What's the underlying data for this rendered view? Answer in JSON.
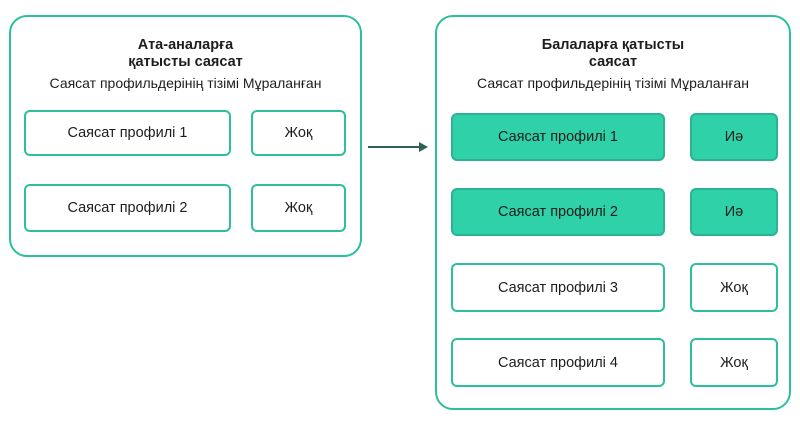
{
  "parent_policy": {
    "title_line1": "Ата-аналарға",
    "title_line2": "қатысты саясат",
    "subtitle": "Саясат профильдерінің тізімі Мұраланған",
    "rows": [
      {
        "profile": "Саясат профилі 1",
        "inherited": "Жоқ"
      },
      {
        "profile": "Саясат профилі 2",
        "inherited": "Жоқ"
      }
    ]
  },
  "child_policy": {
    "title_line1": "Балаларға қатысты",
    "title_line2": "саясат",
    "subtitle": "Саясат профильдерінің тізімі  Мұраланған",
    "rows": [
      {
        "profile": "Саясат профилі 1",
        "inherited": "Иә",
        "highlighted": true
      },
      {
        "profile": "Саясат профилі 2",
        "inherited": "Иә",
        "highlighted": true
      },
      {
        "profile": "Саясат профилі 3",
        "inherited": "Жоқ",
        "highlighted": false
      },
      {
        "profile": "Саясат профилі 4",
        "inherited": "Жоқ",
        "highlighted": false
      }
    ]
  },
  "colors": {
    "accent_border": "#2bbf9c",
    "highlight_fill": "#2ed1a8",
    "arrow": "#2f5f57"
  }
}
